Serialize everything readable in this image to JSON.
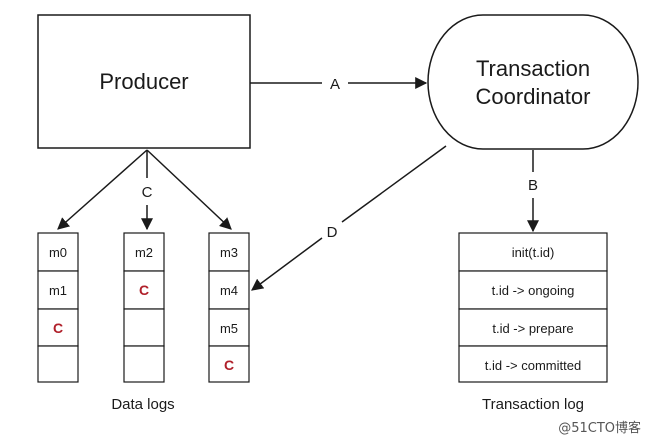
{
  "nodes": {
    "producer": "Producer",
    "coordinator_line1": "Transaction",
    "coordinator_line2": "Coordinator"
  },
  "edges": {
    "a": "A",
    "b": "B",
    "c": "C",
    "d": "D"
  },
  "data_logs": {
    "caption": "Data logs",
    "columns": [
      [
        "m0",
        "m1",
        "C",
        ""
      ],
      [
        "m2",
        "C",
        "",
        ""
      ],
      [
        "m3",
        "m4",
        "m5",
        "C"
      ]
    ]
  },
  "transaction_log": {
    "caption": "Transaction log",
    "rows": [
      "init(t.id)",
      "t.id -> ongoing",
      "t.id -> prepare",
      "t.id -> committed"
    ]
  },
  "watermark": "@51CTO博客",
  "colors": {
    "line": "#1a1a1a",
    "commit_marker": "#b0202a"
  }
}
